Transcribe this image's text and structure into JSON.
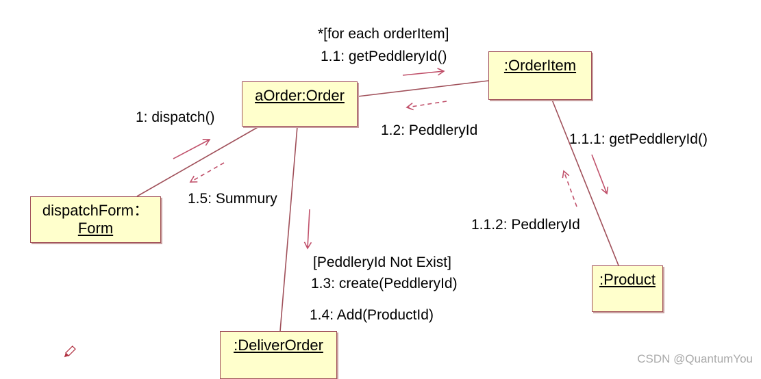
{
  "objects": {
    "order": "aOrder:Order",
    "order_item": ":OrderItem",
    "dispatch_form_line1": "dispatchForm：",
    "dispatch_form_line2": "Form",
    "product": ":Product",
    "deliver_order": ":DeliverOrder"
  },
  "messages": {
    "guard_for_each": "*[for each orderItem]",
    "m1_1": "1.1: getPeddleryId()",
    "m1_2": "1.2: PeddleryId",
    "m1": "1: dispatch()",
    "m1_5": "1.5: Summury",
    "m1_1_1": "1.1.1: getPeddleryId()",
    "m1_1_2": "1.1.2: PeddleryId",
    "guard_not_exist": "[PeddleryId Not Exist]",
    "m1_3": "1.3: create(PeddleryId)",
    "m1_4": "1.4: Add(ProductId)"
  },
  "watermark": "CSDN @QuantumYou",
  "colors": {
    "object_fill": "#ffffcc",
    "object_border": "#a0505a",
    "link_line": "#a0505a",
    "arrow": "#c0506a"
  },
  "icons": [
    "pencil-cursor-icon"
  ]
}
